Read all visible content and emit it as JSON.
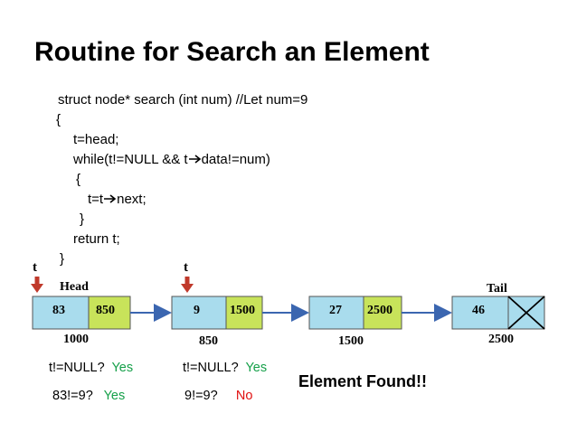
{
  "title": "Routine for Search an Element",
  "code": {
    "line1": "struct node* search (int num) //Let num=9",
    "line2": "{",
    "line3": "t=head;",
    "line4_pre": "while(t!=NULL && t",
    "line4_post": "data!=num)",
    "line5": "{",
    "line6_pre": "t=t",
    "line6_post": "next;",
    "line7": "}",
    "line8": "return t;",
    "line9": "}"
  },
  "pointer_label": "t",
  "head_label": "Head",
  "tail_label": "Tail",
  "nodes": [
    {
      "data": "83",
      "next": "850",
      "address": "1000"
    },
    {
      "data": "9",
      "next": "1500",
      "address": "850"
    },
    {
      "data": "27",
      "next": "2500",
      "address": "1500"
    },
    {
      "data": "46",
      "next": "",
      "address": "2500"
    }
  ],
  "checks": {
    "first": {
      "null_check": "t!=NULL?",
      "null_result": "Yes",
      "cmp_check": "83!=9?",
      "cmp_result": "Yes"
    },
    "second": {
      "null_check": "t!=NULL?",
      "null_result": "Yes",
      "cmp_check": "9!=9?",
      "cmp_result": "No"
    }
  },
  "result_text": "Element Found!!",
  "colors": {
    "data_cell": "#a9dced",
    "link_cell": "#c8e35a",
    "yes": "#16a04a",
    "no": "#e01010",
    "pointer_arrow": "#c0392b",
    "link_arrow": "#3b66b0"
  }
}
